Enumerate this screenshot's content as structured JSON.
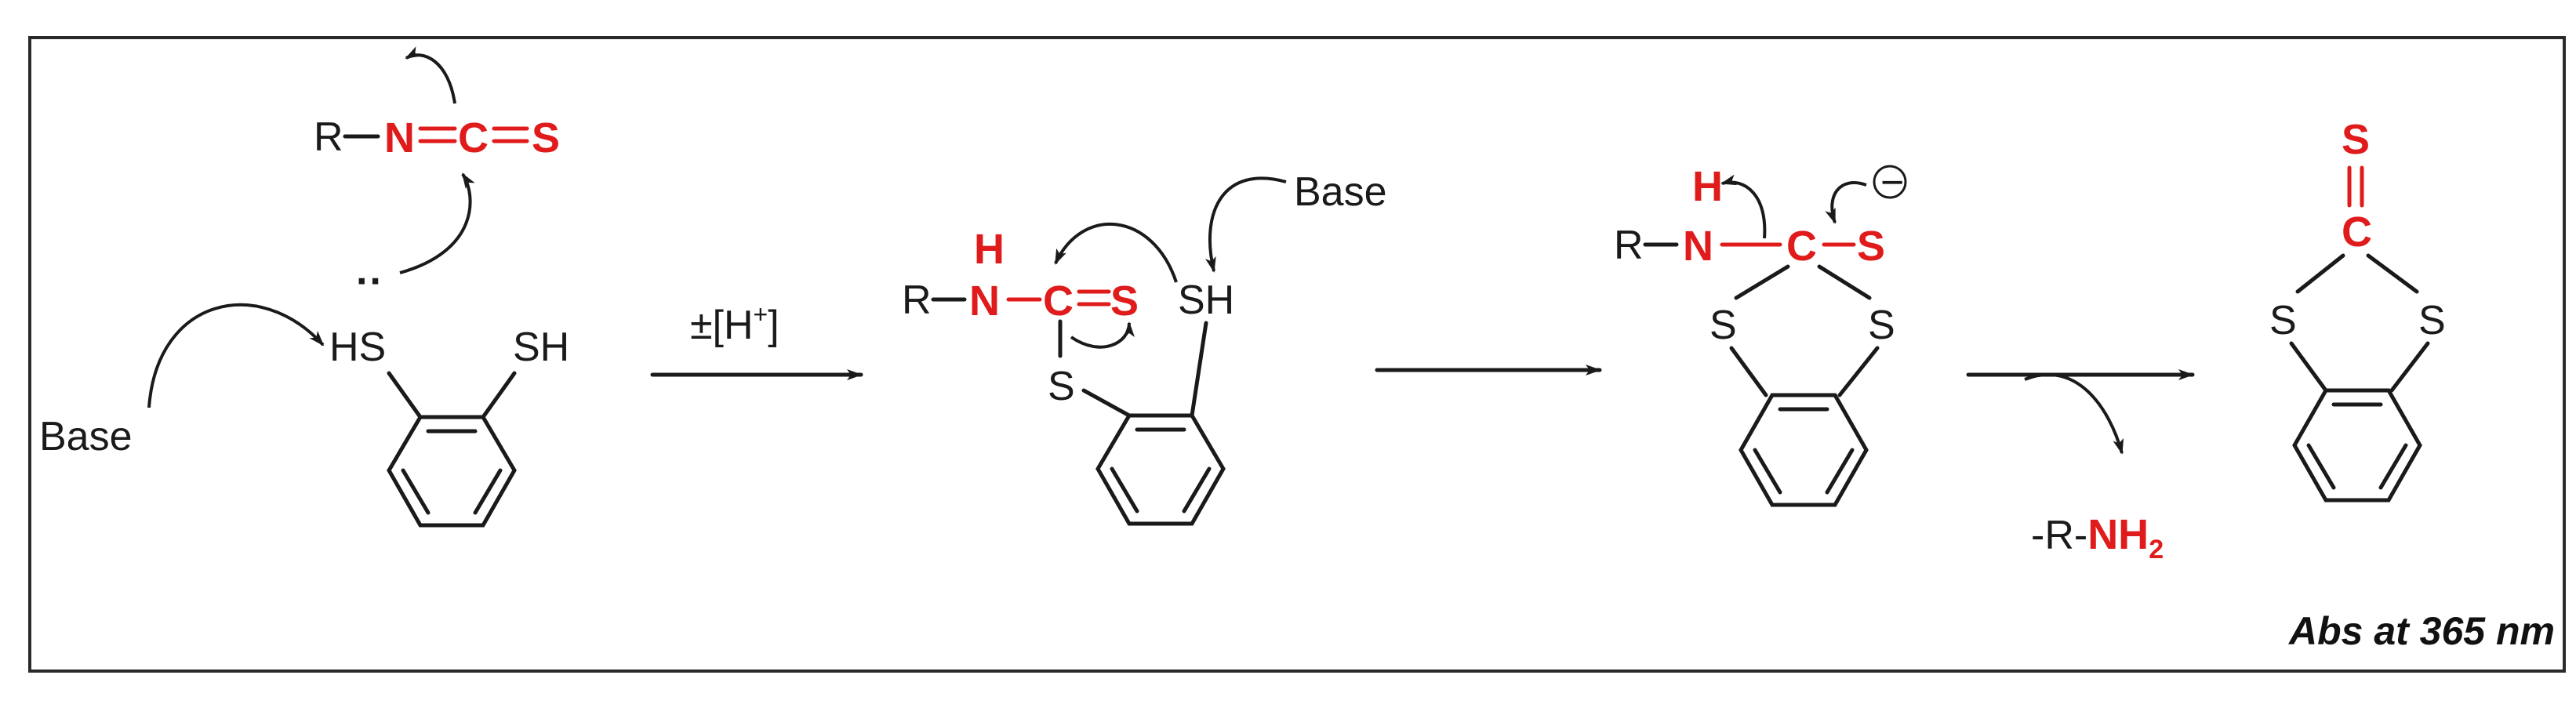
{
  "labels": {
    "r": "R",
    "n": "N",
    "nh": "N",
    "h": "H",
    "c": "C",
    "s": "S",
    "hs": "HS",
    "sh": "SH",
    "base": "Base",
    "proton_shift": "±[H",
    "proton_sup": "+",
    "proton_close": "]",
    "minus_r": "-R-",
    "nh2_main": "NH",
    "nh2_sub": "2",
    "charge": "−",
    "lone_pair": "··",
    "abs_note": "Abs at 365 nm"
  },
  "colors": {
    "highlight": "#e01b1b",
    "ink": "#1a1a1a"
  }
}
